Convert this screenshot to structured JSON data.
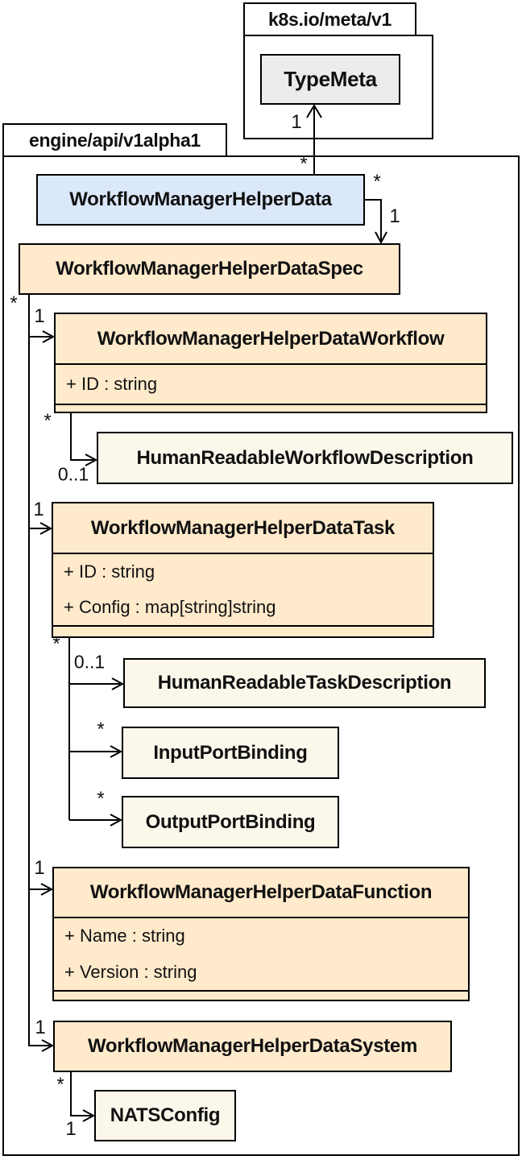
{
  "packages": {
    "k8s": {
      "label": "k8s.io/meta/v1"
    },
    "engine": {
      "label": "engine/api/v1alpha1"
    }
  },
  "classes": {
    "type_meta": {
      "name": "TypeMeta"
    },
    "helper_data": {
      "name": "WorkflowManagerHelperData"
    },
    "spec": {
      "name": "WorkflowManagerHelperDataSpec"
    },
    "workflow": {
      "name": "WorkflowManagerHelperDataWorkflow",
      "attributes": {
        "id": "+ ID : string"
      }
    },
    "workflow_description": {
      "name": "HumanReadableWorkflowDescription"
    },
    "task": {
      "name": "WorkflowManagerHelperDataTask",
      "attributes": {
        "id": "+ ID : string",
        "config": "+ Config : map[string]string"
      }
    },
    "task_description": {
      "name": "HumanReadableTaskDescription"
    },
    "input_port_binding": {
      "name": "InputPortBinding"
    },
    "output_port_binding": {
      "name": "OutputPortBinding"
    },
    "function": {
      "name": "WorkflowManagerHelperDataFunction",
      "attributes": {
        "name": "+ Name : string",
        "version": "+ Version : string"
      }
    },
    "system": {
      "name": "WorkflowManagerHelperDataSystem"
    },
    "nats_config": {
      "name": "NATSConfig"
    }
  },
  "multiplicities": {
    "data_to_typemeta_target": "1",
    "data_to_typemeta_source": "*",
    "data_to_spec_source": "*",
    "data_to_spec_target": "1",
    "spec_children_source": "*",
    "spec_to_workflow": "1",
    "spec_to_task": "1",
    "spec_to_function": "1",
    "spec_to_system": "1",
    "workflow_children_source": "*",
    "workflow_to_description": "0..1",
    "task_children_source": "*",
    "task_to_description": "0..1",
    "task_to_input": "*",
    "task_to_output": "*",
    "system_children_source": "*",
    "system_to_nats": "1"
  },
  "colors": {
    "class_fill": "#ffeacc",
    "leaf_fill": "#fbf7ea",
    "root_fill": "#dbe8fa",
    "external_fill": "#ececec",
    "border": "#000000",
    "background": "#ffffff"
  }
}
